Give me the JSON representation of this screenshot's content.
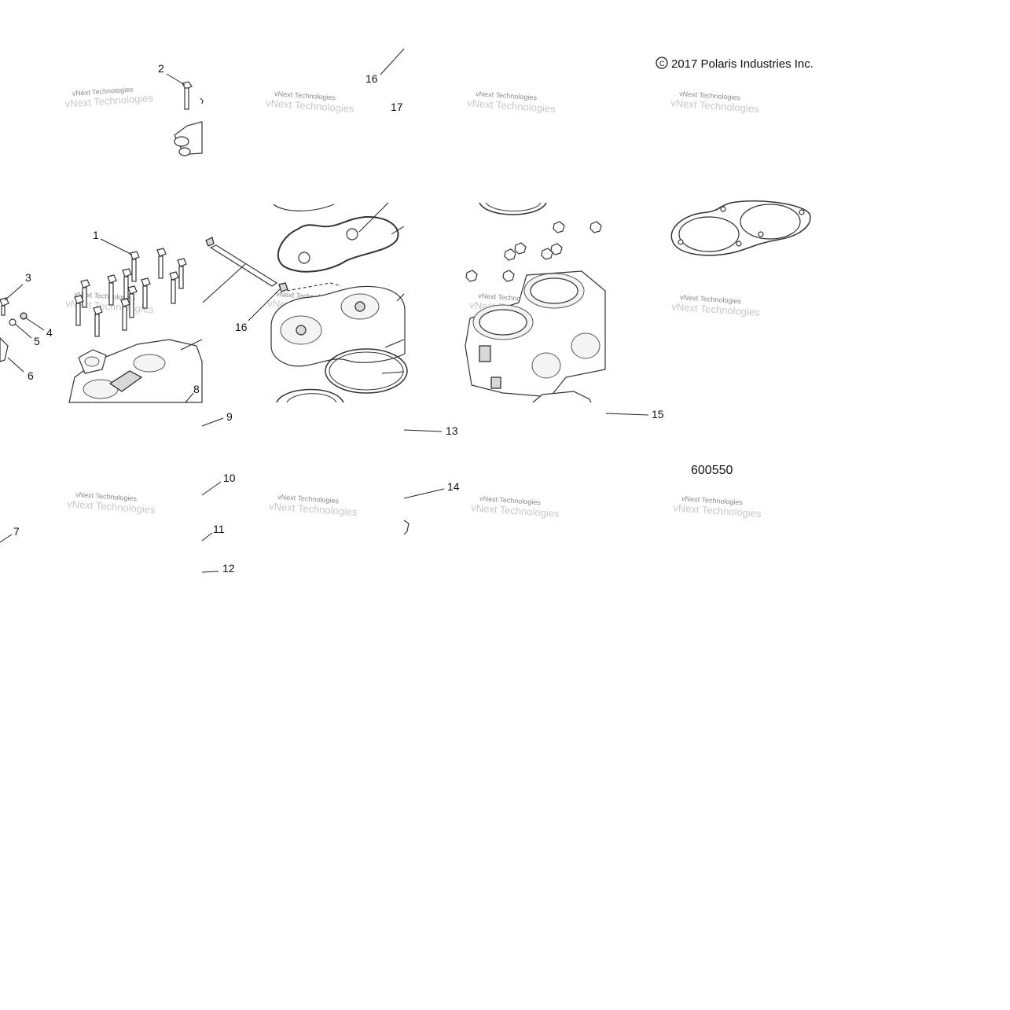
{
  "copyright": "2017 Polaris Industries Inc.",
  "figure_number": "600550",
  "watermark": {
    "line1": "vNext Technologies",
    "line2": "vNext Technologies"
  },
  "callouts": [
    "1",
    "2",
    "3",
    "4",
    "5",
    "6",
    "7",
    "8",
    "9",
    "10",
    "11",
    "12",
    "13",
    "14",
    "15",
    "16",
    "16",
    "17"
  ]
}
